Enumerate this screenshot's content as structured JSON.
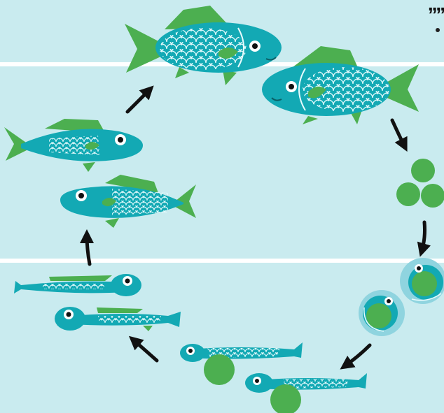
{
  "colors": {
    "background": "#c9ebef",
    "band": "#ffffff",
    "fish_body": "#13a9b4",
    "fin": "#4caf50",
    "yolk": "#4caf50",
    "egg_membrane": "#8fd4df",
    "arrow": "#111111",
    "outline": "#0a7f88"
  },
  "corner_glyph": ",,,,",
  "stages": [
    {
      "id": "adult-fish",
      "icon": "adult-fish-icon"
    },
    {
      "id": "eggs",
      "icon": "egg-cluster-icon"
    },
    {
      "id": "embryo",
      "icon": "embryo-in-egg-icon"
    },
    {
      "id": "yolk-sac-larva",
      "icon": "yolk-sac-larva-icon"
    },
    {
      "id": "larva",
      "icon": "larva-icon"
    },
    {
      "id": "juvenile-fish",
      "icon": "juvenile-fish-icon"
    }
  ]
}
